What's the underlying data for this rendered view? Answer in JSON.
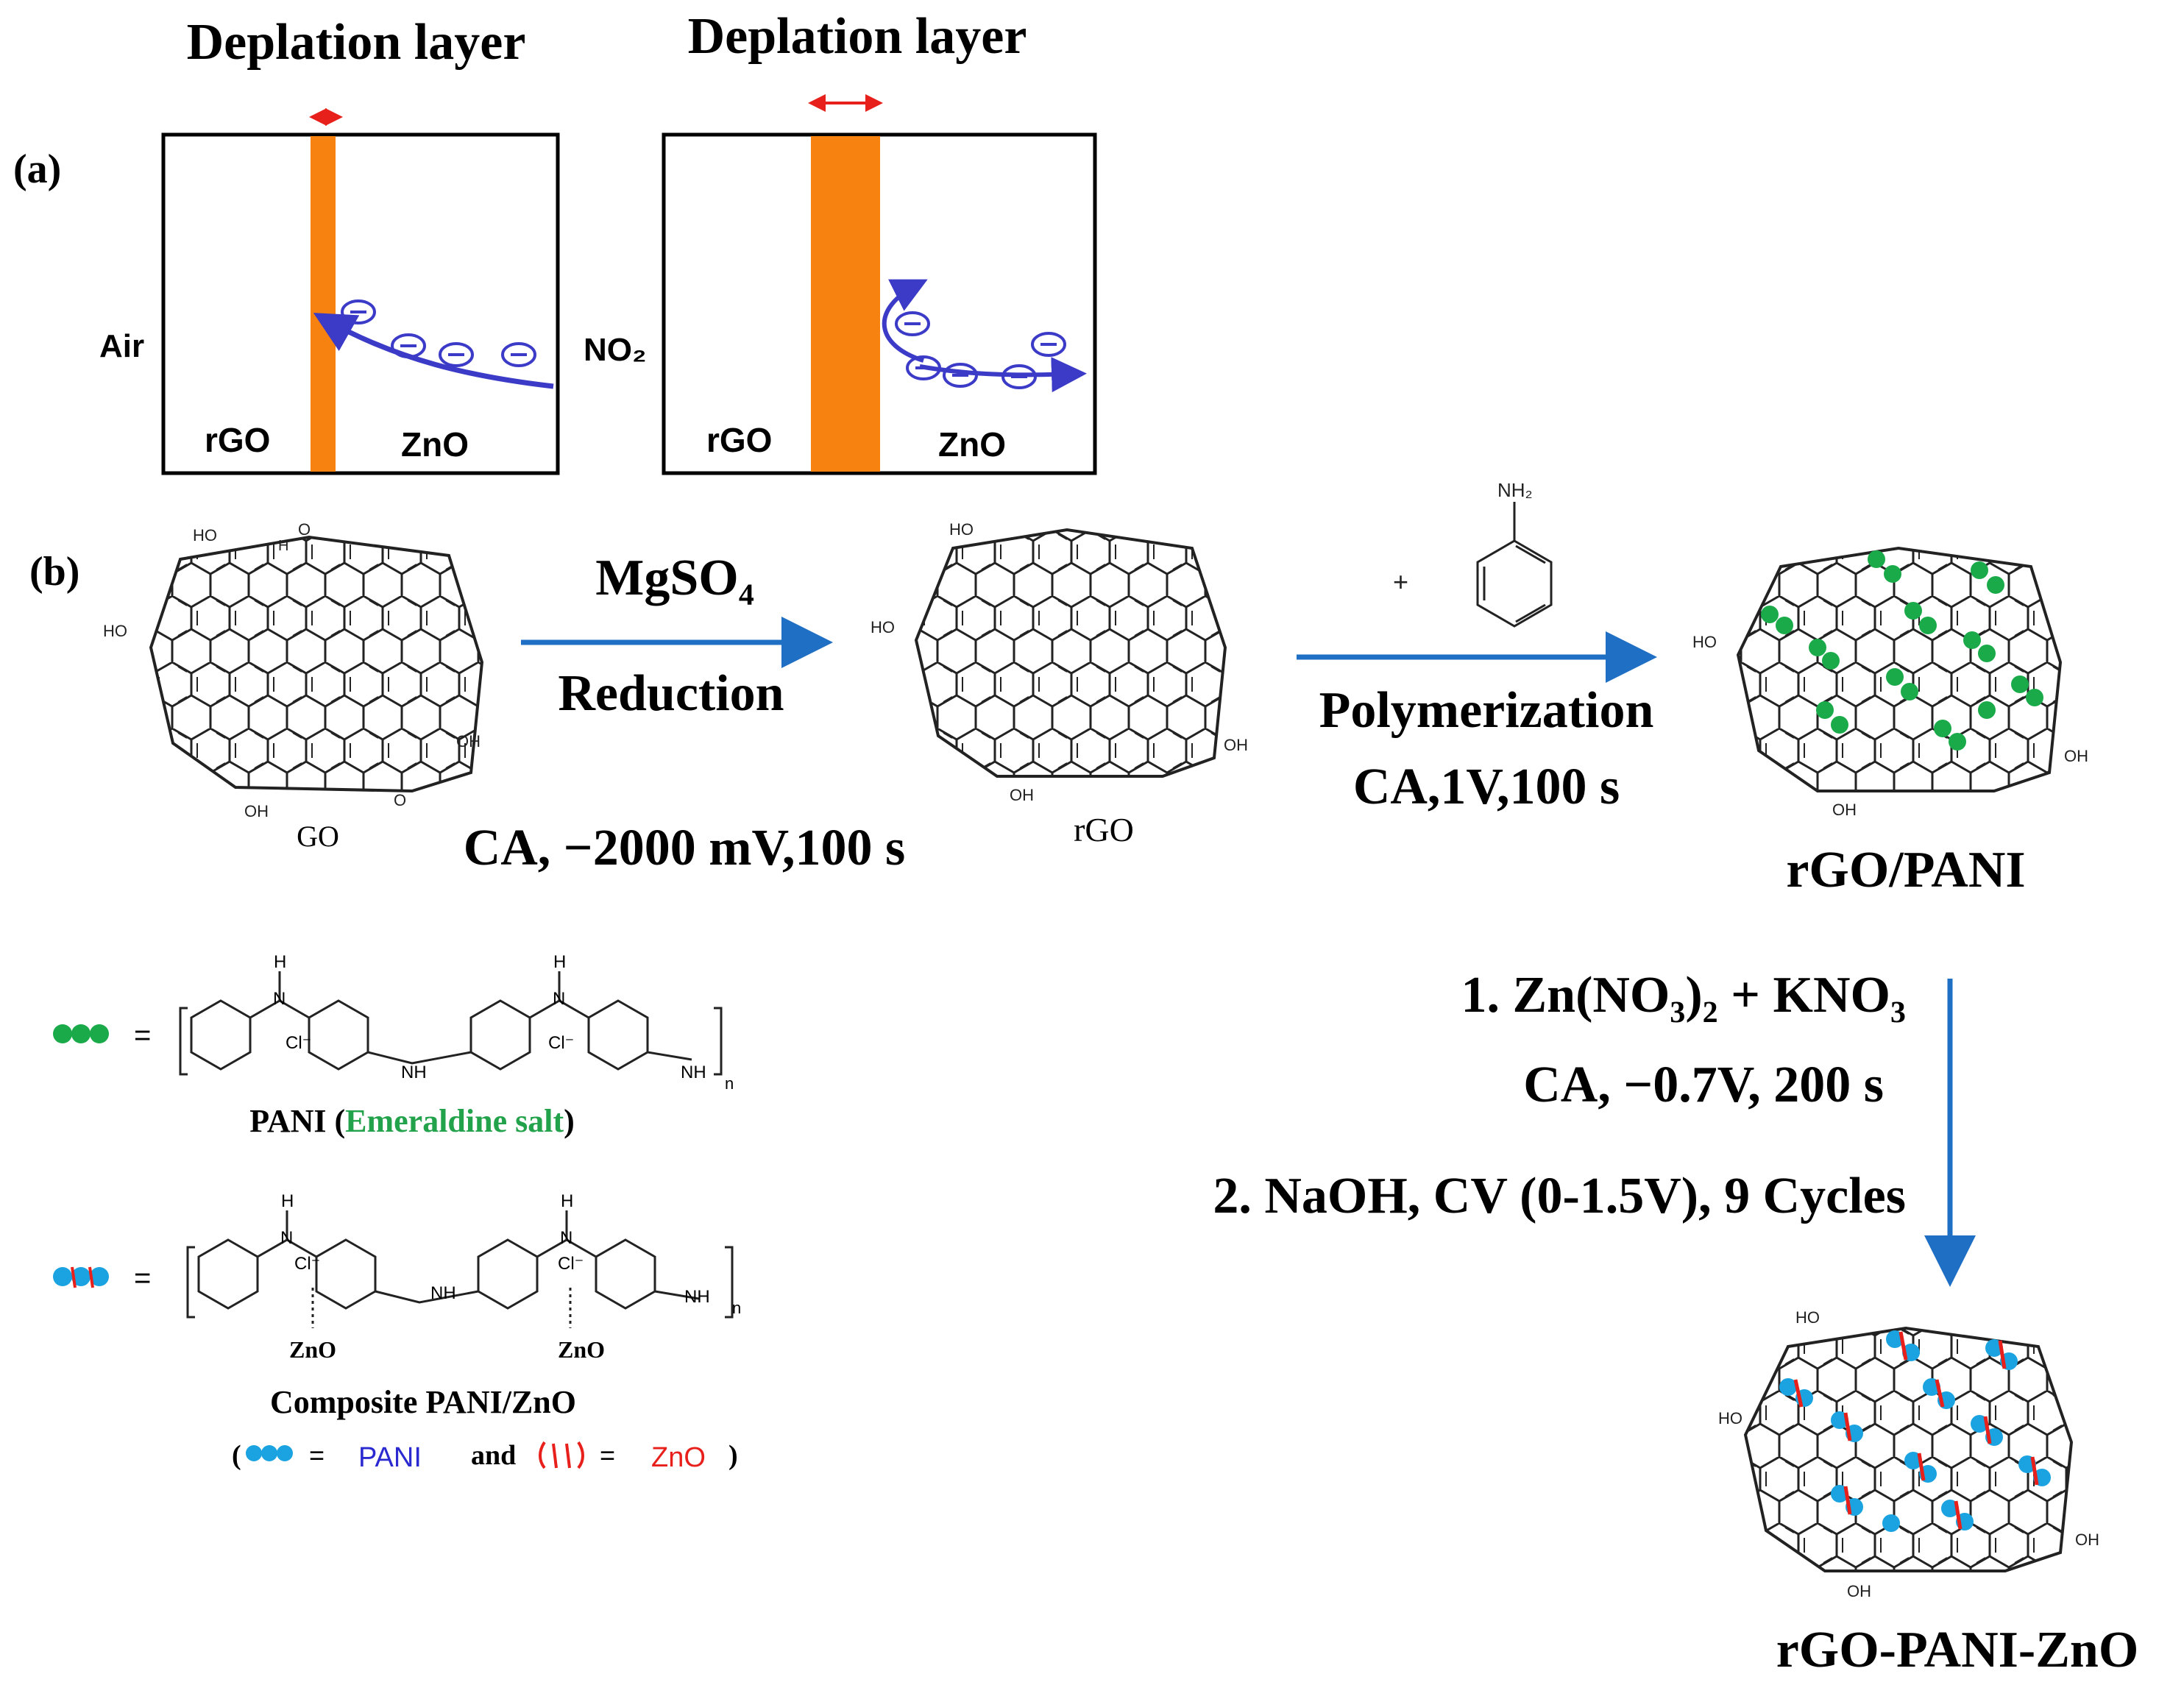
{
  "panel_a": {
    "label": "(a)",
    "left_box": {
      "title": "Deplation layer",
      "gas_label": "Air",
      "left_label": "rGO",
      "right_label": "ZnO",
      "electron_symbol": "−"
    },
    "right_box": {
      "title": "Deplation layer",
      "gas_label": "NO₂",
      "left_label": "rGO",
      "right_label": "ZnO",
      "electron_symbol": "−"
    }
  },
  "panel_b": {
    "label": "(b)",
    "go_label": "GO",
    "rgo_label": "rGO",
    "step1": {
      "reagent": "MgSO₄",
      "action": "Reduction",
      "condition": "CA, −2000 mV,100 s"
    },
    "step2": {
      "plus": "+",
      "amine": "NH₂",
      "action": "Polymerization",
      "condition": "CA,1V,100 s"
    },
    "rgo_pani_label": "rGO/PANI",
    "step3": {
      "line1": "1. Zn(NO₃)₂ + KNO₃",
      "line2": "CA, −0.7V, 200 s",
      "line3": "2. NaOH, CV (0-1.5V), 9 Cycles"
    },
    "final_label": "rGO-PANI-ZnO",
    "group_labels": {
      "hydroxyl": "HO",
      "hydroxyl_alt": "OH",
      "carboxyl": "HO",
      "epoxy": "O",
      "hydrogen": "H"
    }
  },
  "legend": {
    "equals": "=",
    "pani": {
      "name_prefix": "PANI (",
      "name_highlight": "Emeraldine salt",
      "name_suffix": ")",
      "chloride": "Cl⁻",
      "nh": "NH",
      "h": "H",
      "n": "N",
      "subscript_n": "n"
    },
    "composite": {
      "zno1": "ZnO",
      "zno2": "ZnO",
      "name": "Composite PANI/ZnO",
      "key_open": "(",
      "key_pani": "PANI",
      "key_and": "and",
      "key_zno": "ZnO",
      "key_close": ")"
    }
  },
  "colors": {
    "depletion": "#f7820f",
    "electron": "#3b3bc8",
    "arrow_blue": "#1f6fc4",
    "red_arrow": "#e8201c",
    "pani_green": "#1aaa4a",
    "pani_blue": "#1aa3e0",
    "zno_red": "#e8201c",
    "emeraldine_text": "#22a24a",
    "key_pani_text": "#2a2ad0",
    "key_zno_text": "#e8201c"
  }
}
